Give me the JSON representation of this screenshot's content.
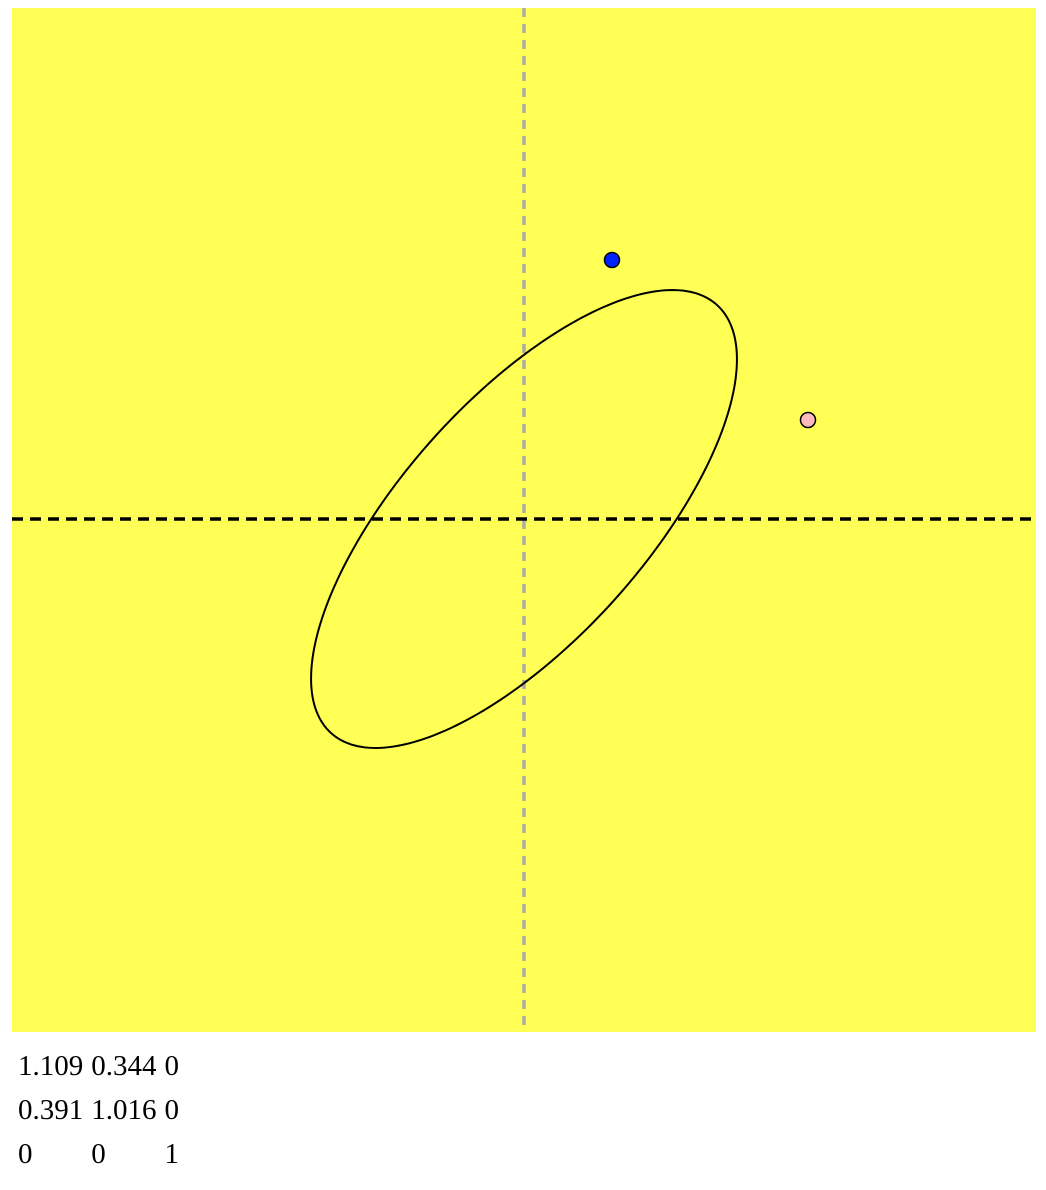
{
  "canvas": {
    "background": "#ffff55",
    "axes": {
      "horizontal_color": "#000000",
      "vertical_color": "#aaaaaa"
    },
    "curve": {
      "type": "ellipse",
      "stroke": "#000000"
    },
    "points": [
      {
        "name": "blue-point",
        "fill": "#0022ff"
      },
      {
        "name": "pink-point",
        "fill": "#ffbbbb"
      }
    ]
  },
  "matrix": {
    "rows": [
      [
        "1.109",
        "0.344",
        "0"
      ],
      [
        "0.391",
        "1.016",
        "0"
      ],
      [
        "0",
        "0",
        "1"
      ]
    ]
  }
}
